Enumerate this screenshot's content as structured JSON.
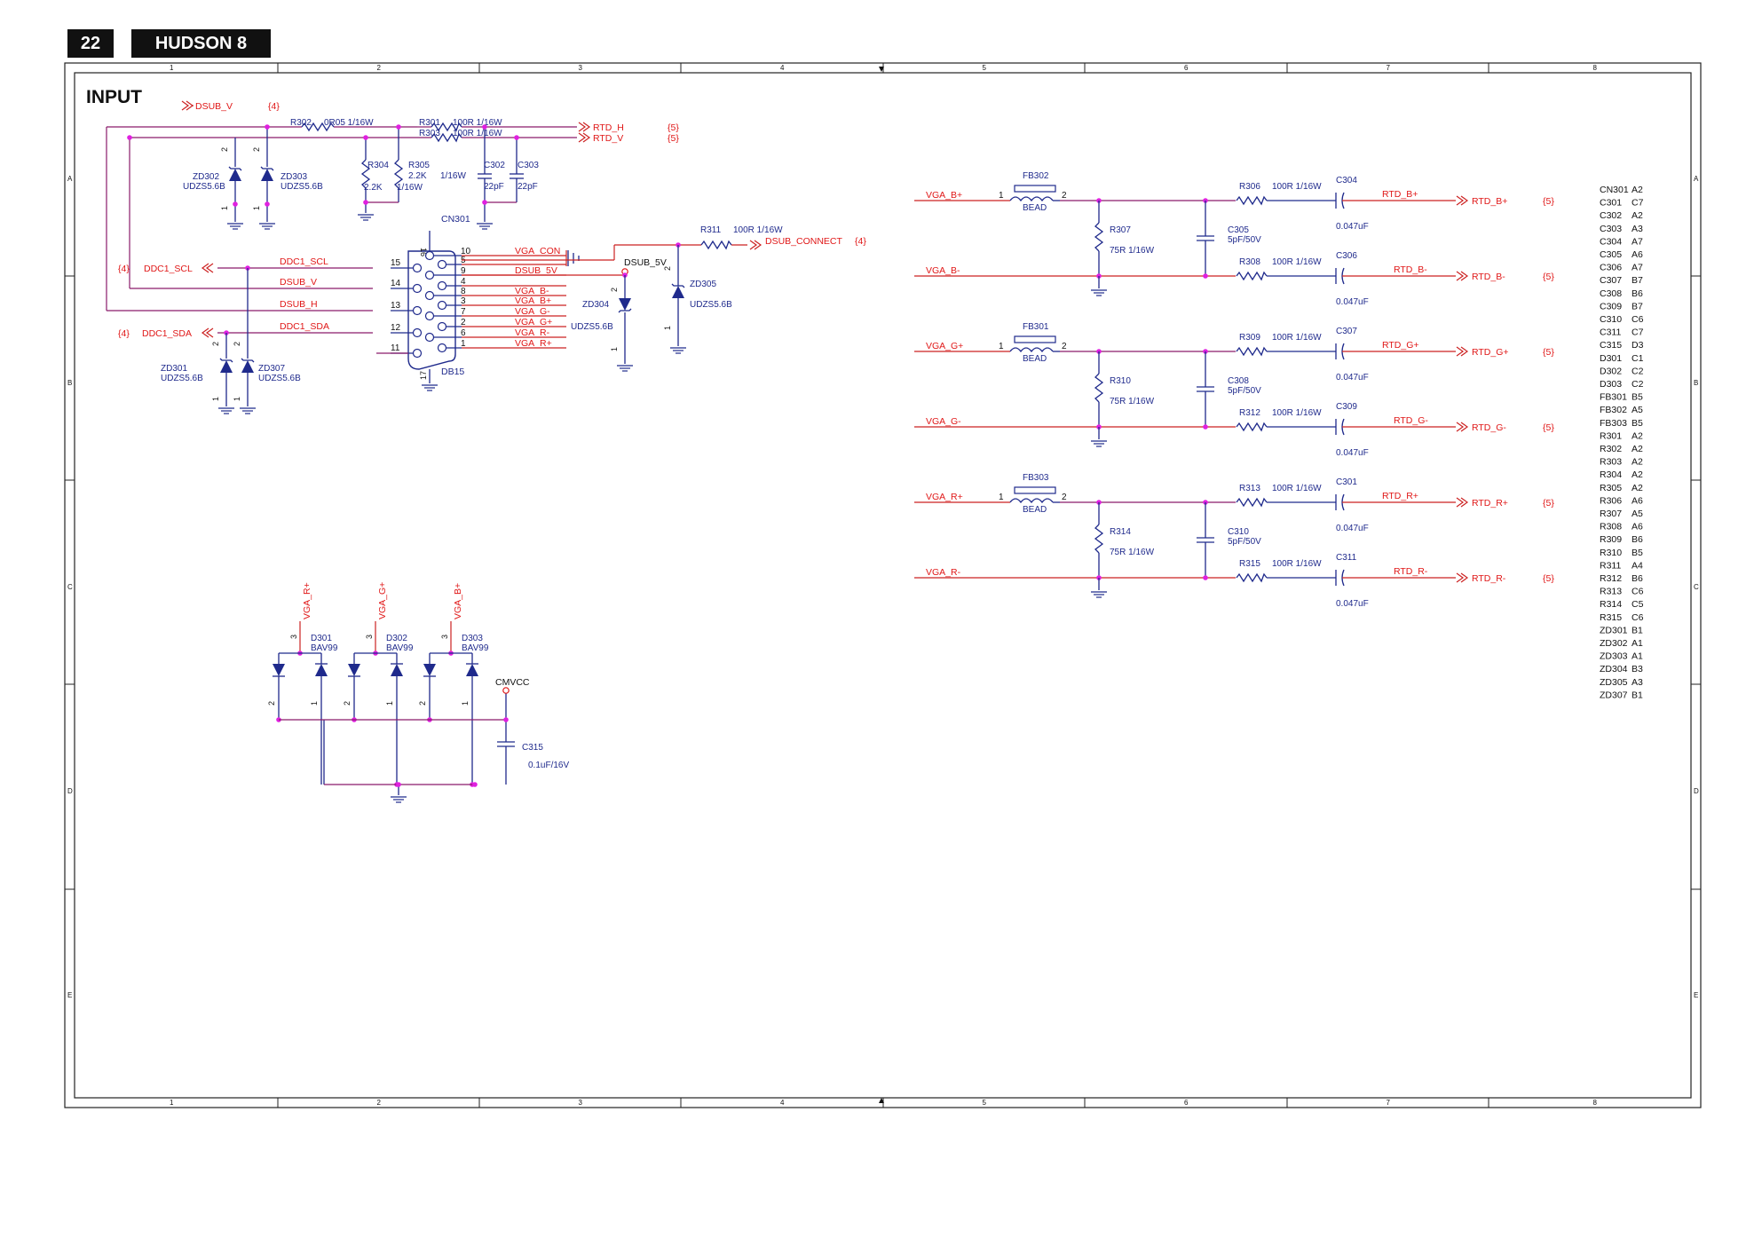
{
  "header": {
    "page_number": "22",
    "title": "HUDSON 8"
  },
  "sheet_title": "INPUT",
  "grid": {
    "columns": [
      "1",
      "2",
      "3",
      "4",
      "5",
      "6",
      "7",
      "8"
    ],
    "rows": [
      "A",
      "B",
      "C",
      "D",
      "E"
    ]
  },
  "top_section": {
    "dsub_v": {
      "net": "DSUB_V",
      "ref": "{4}"
    },
    "r302": {
      "ref": "R302",
      "value": "0R05 1/16W"
    },
    "r301": {
      "ref": "R301",
      "value": "100R 1/16W"
    },
    "r303": {
      "ref": "R303",
      "value": "100R 1/16W"
    },
    "rtd_h": {
      "net": "RTD_H",
      "ref": "{5}"
    },
    "rtd_v": {
      "net": "RTD_V",
      "ref": "{5}"
    },
    "zd302": {
      "ref": "ZD302",
      "value": "UDZS5.6B"
    },
    "zd303": {
      "ref": "ZD303",
      "value": "UDZS5.6B"
    },
    "r304": {
      "ref": "R304",
      "value": "2.2K"
    },
    "r305": {
      "ref": "R305",
      "value": "2.2K",
      "value2": "1/16W"
    },
    "r304_power": "1/16W",
    "c302": {
      "ref": "C302",
      "value": "22pF"
    },
    "c303": {
      "ref": "C303",
      "value": "22pF"
    },
    "pin2": "2",
    "pin1": "1"
  },
  "connector": {
    "ref": "CN301",
    "part": "DB15",
    "pin16": "16",
    "pin17": "17",
    "pins_left": [
      {
        "num": "15",
        "net": "DDC1_SCL"
      },
      {
        "num": "14",
        "net": "DSUB_V"
      },
      {
        "num": "13",
        "net": "DSUB_H"
      },
      {
        "num": "12",
        "net": "DDC1_SDA"
      },
      {
        "num": "11",
        "net": ""
      }
    ],
    "pins_right": [
      {
        "num": "10",
        "net": "VGA_CON"
      },
      {
        "num": "5",
        "net": "VGA_CON"
      },
      {
        "num": "9",
        "net": "DSUB_5V"
      },
      {
        "num": "4",
        "net": ""
      },
      {
        "num": "8",
        "net": "VGA_B-"
      },
      {
        "num": "3",
        "net": "VGA_B+"
      },
      {
        "num": "7",
        "net": "VGA_G-"
      },
      {
        "num": "2",
        "net": "VGA_G+"
      },
      {
        "num": "6",
        "net": "VGA_R-"
      },
      {
        "num": "1",
        "net": "VGA_R+"
      }
    ],
    "ddc_scl_ref": "{4}",
    "ddc_scl_label": "DDC1_SCL",
    "ddc_sda_ref": "{4}",
    "ddc_sda_label": "DDC1_SDA"
  },
  "ddc_zeners": {
    "zd301": {
      "ref": "ZD301",
      "value": "UDZS5.6B"
    },
    "zd307": {
      "ref": "ZD307",
      "value": "UDZS5.6B"
    }
  },
  "dsub5v": {
    "net": "DSUB_5V",
    "zd304": {
      "ref": "ZD304",
      "value": "UDZS5.6B"
    },
    "zd305": {
      "ref": "ZD305",
      "value": "UDZS5.6B"
    },
    "r311": {
      "ref": "R311",
      "value": "100R 1/16W"
    },
    "dsub_connect": {
      "net": "DSUB_CONNECT",
      "ref": "{4}"
    }
  },
  "diode_section": {
    "d301": {
      "ref": "D301",
      "value": "BAV99",
      "net": "VGA_R+"
    },
    "d302": {
      "ref": "D302",
      "value": "BAV99",
      "net": "VGA_G+"
    },
    "d303": {
      "ref": "D303",
      "value": "BAV99",
      "net": "VGA_B+"
    },
    "cmvcc": "CMVCC",
    "c315": {
      "ref": "C315",
      "value": "0.1uF/16V"
    },
    "pin3": "3",
    "pin2": "2",
    "pin1": "1"
  },
  "channels": [
    {
      "in_p": "VGA_B+",
      "in_n": "VGA_B-",
      "bead": {
        "ref": "FB302",
        "value": "BEAD"
      },
      "term": {
        "ref": "R307",
        "value": "75R 1/16W"
      },
      "cap": {
        "ref": "C305",
        "value": "5pF/50V"
      },
      "rp": {
        "ref": "R306",
        "value": "100R 1/16W"
      },
      "rn": {
        "ref": "R308",
        "value": "100R 1/16W"
      },
      "cp": {
        "ref": "C304",
        "value": "0.047uF"
      },
      "cn": {
        "ref": "C306",
        "value": "0.047uF"
      },
      "out_p": "RTD_B+",
      "out_n": "RTD_B-",
      "sheet": "{5}"
    },
    {
      "in_p": "VGA_G+",
      "in_n": "VGA_G-",
      "bead": {
        "ref": "FB301",
        "value": "BEAD"
      },
      "term": {
        "ref": "R310",
        "value": "75R 1/16W"
      },
      "cap": {
        "ref": "C308",
        "value": "5pF/50V"
      },
      "rp": {
        "ref": "R309",
        "value": "100R 1/16W"
      },
      "rn": {
        "ref": "R312",
        "value": "100R 1/16W"
      },
      "cp": {
        "ref": "C307",
        "value": "0.047uF"
      },
      "cn": {
        "ref": "C309",
        "value": "0.047uF"
      },
      "out_p": "RTD_G+",
      "out_n": "RTD_G-",
      "sheet": "{5}"
    },
    {
      "in_p": "VGA_R+",
      "in_n": "VGA_R-",
      "bead": {
        "ref": "FB303",
        "value": "BEAD"
      },
      "term": {
        "ref": "R314",
        "value": "75R 1/16W"
      },
      "cap": {
        "ref": "C310",
        "value": "5pF/50V"
      },
      "rp": {
        "ref": "R313",
        "value": "100R 1/16W"
      },
      "rn": {
        "ref": "R315",
        "value": "100R 1/16W"
      },
      "cp": {
        "ref": "C301",
        "value": "0.047uF"
      },
      "cn": {
        "ref": "C311",
        "value": "0.047uF"
      },
      "out_p": "RTD_R+",
      "out_n": "RTD_R-",
      "sheet": "{5}"
    }
  ],
  "pin_labels": {
    "one": "1",
    "two": "2"
  },
  "ref_list": [
    [
      "CN301",
      "A2"
    ],
    [
      "C301",
      "C7"
    ],
    [
      "C302",
      "A2"
    ],
    [
      "C303",
      "A3"
    ],
    [
      "C304",
      "A7"
    ],
    [
      "C305",
      "A6"
    ],
    [
      "C306",
      "A7"
    ],
    [
      "C307",
      "B7"
    ],
    [
      "C308",
      "B6"
    ],
    [
      "C309",
      "B7"
    ],
    [
      "C310",
      "C6"
    ],
    [
      "C311",
      "C7"
    ],
    [
      "C315",
      "D3"
    ],
    [
      "D301",
      "C1"
    ],
    [
      "D302",
      "C2"
    ],
    [
      "D303",
      "C2"
    ],
    [
      "FB301",
      "B5"
    ],
    [
      "FB302",
      "A5"
    ],
    [
      "FB303",
      "B5"
    ],
    [
      "R301",
      "A2"
    ],
    [
      "R302",
      "A2"
    ],
    [
      "R303",
      "A2"
    ],
    [
      "R304",
      "A2"
    ],
    [
      "R305",
      "A2"
    ],
    [
      "R306",
      "A6"
    ],
    [
      "R307",
      "A5"
    ],
    [
      "R308",
      "A6"
    ],
    [
      "R309",
      "B6"
    ],
    [
      "R310",
      "B5"
    ],
    [
      "R311",
      "A4"
    ],
    [
      "R312",
      "B6"
    ],
    [
      "R313",
      "C6"
    ],
    [
      "R314",
      "C5"
    ],
    [
      "R315",
      "C6"
    ],
    [
      "ZD301",
      "B1"
    ],
    [
      "ZD302",
      "A1"
    ],
    [
      "ZD303",
      "A1"
    ],
    [
      "ZD304",
      "B3"
    ],
    [
      "ZD305",
      "A3"
    ],
    [
      "ZD307",
      "B1"
    ]
  ]
}
